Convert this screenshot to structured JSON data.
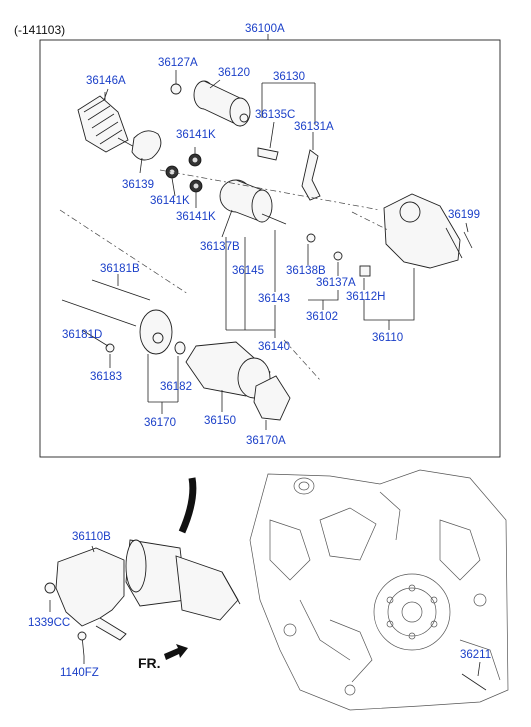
{
  "date_range": "(-141103)",
  "assembly_label": "36100A",
  "parts": {
    "p36146A": "36146A",
    "p36127A": "36127A",
    "p36120": "36120",
    "p36130": "36130",
    "p36135C": "36135C",
    "p36131A": "36131A",
    "p36141K_a": "36141K",
    "p36139": "36139",
    "p36141K_b": "36141K",
    "p36141K_c": "36141K",
    "p36199": "36199",
    "p36137B": "36137B",
    "p36145": "36145",
    "p36138B": "36138B",
    "p36137A": "36137A",
    "p36112H": "36112H",
    "p36181B": "36181B",
    "p36143": "36143",
    "p36102": "36102",
    "p36181D": "36181D",
    "p36110": "36110",
    "p36140": "36140",
    "p36183": "36183",
    "p36182": "36182",
    "p36170": "36170",
    "p36150": "36150",
    "p36170A": "36170A",
    "p36110B": "36110B",
    "p1339CC": "1339CC",
    "p1140FZ": "1140FZ",
    "p36211": "36211"
  },
  "front_marker": "FR."
}
